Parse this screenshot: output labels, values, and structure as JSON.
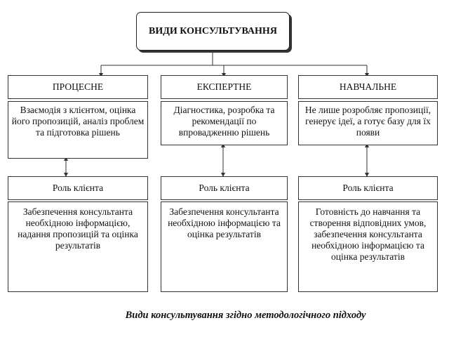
{
  "title": "ВИДИ КОНСУЛЬТУВАННЯ",
  "columns": [
    {
      "type": "ПРОЦЕСНЕ",
      "description": "Взаємодія з клієнтом, оцінка його пропозицій, аналіз проблем та підготовка рішень",
      "role_label": "Роль клієнта",
      "role_description": "Забезпечення консультанта необхідною інформацією, надання пропозицій та оцінка результатів"
    },
    {
      "type": "ЕКСПЕРТНЕ",
      "description": "Діагностика, розробка та рекомендації по впровадженню рішень",
      "role_label": "Роль клієнта",
      "role_description": "Забезпечення консультанта необхідною інформацією та оцінка результатів"
    },
    {
      "type": "НАВЧАЛЬНЕ",
      "description": "Не лише розробляє пропозиції, генерує ідеї, а готує базу для їх появи",
      "role_label": "Роль клієнта",
      "role_description": "Готовність до навчання та створення відповідних умов, забезпечення консультанта необхідною інформацією та оцінка результатів"
    }
  ],
  "caption": "Види консультування згідно методологічного підходу"
}
